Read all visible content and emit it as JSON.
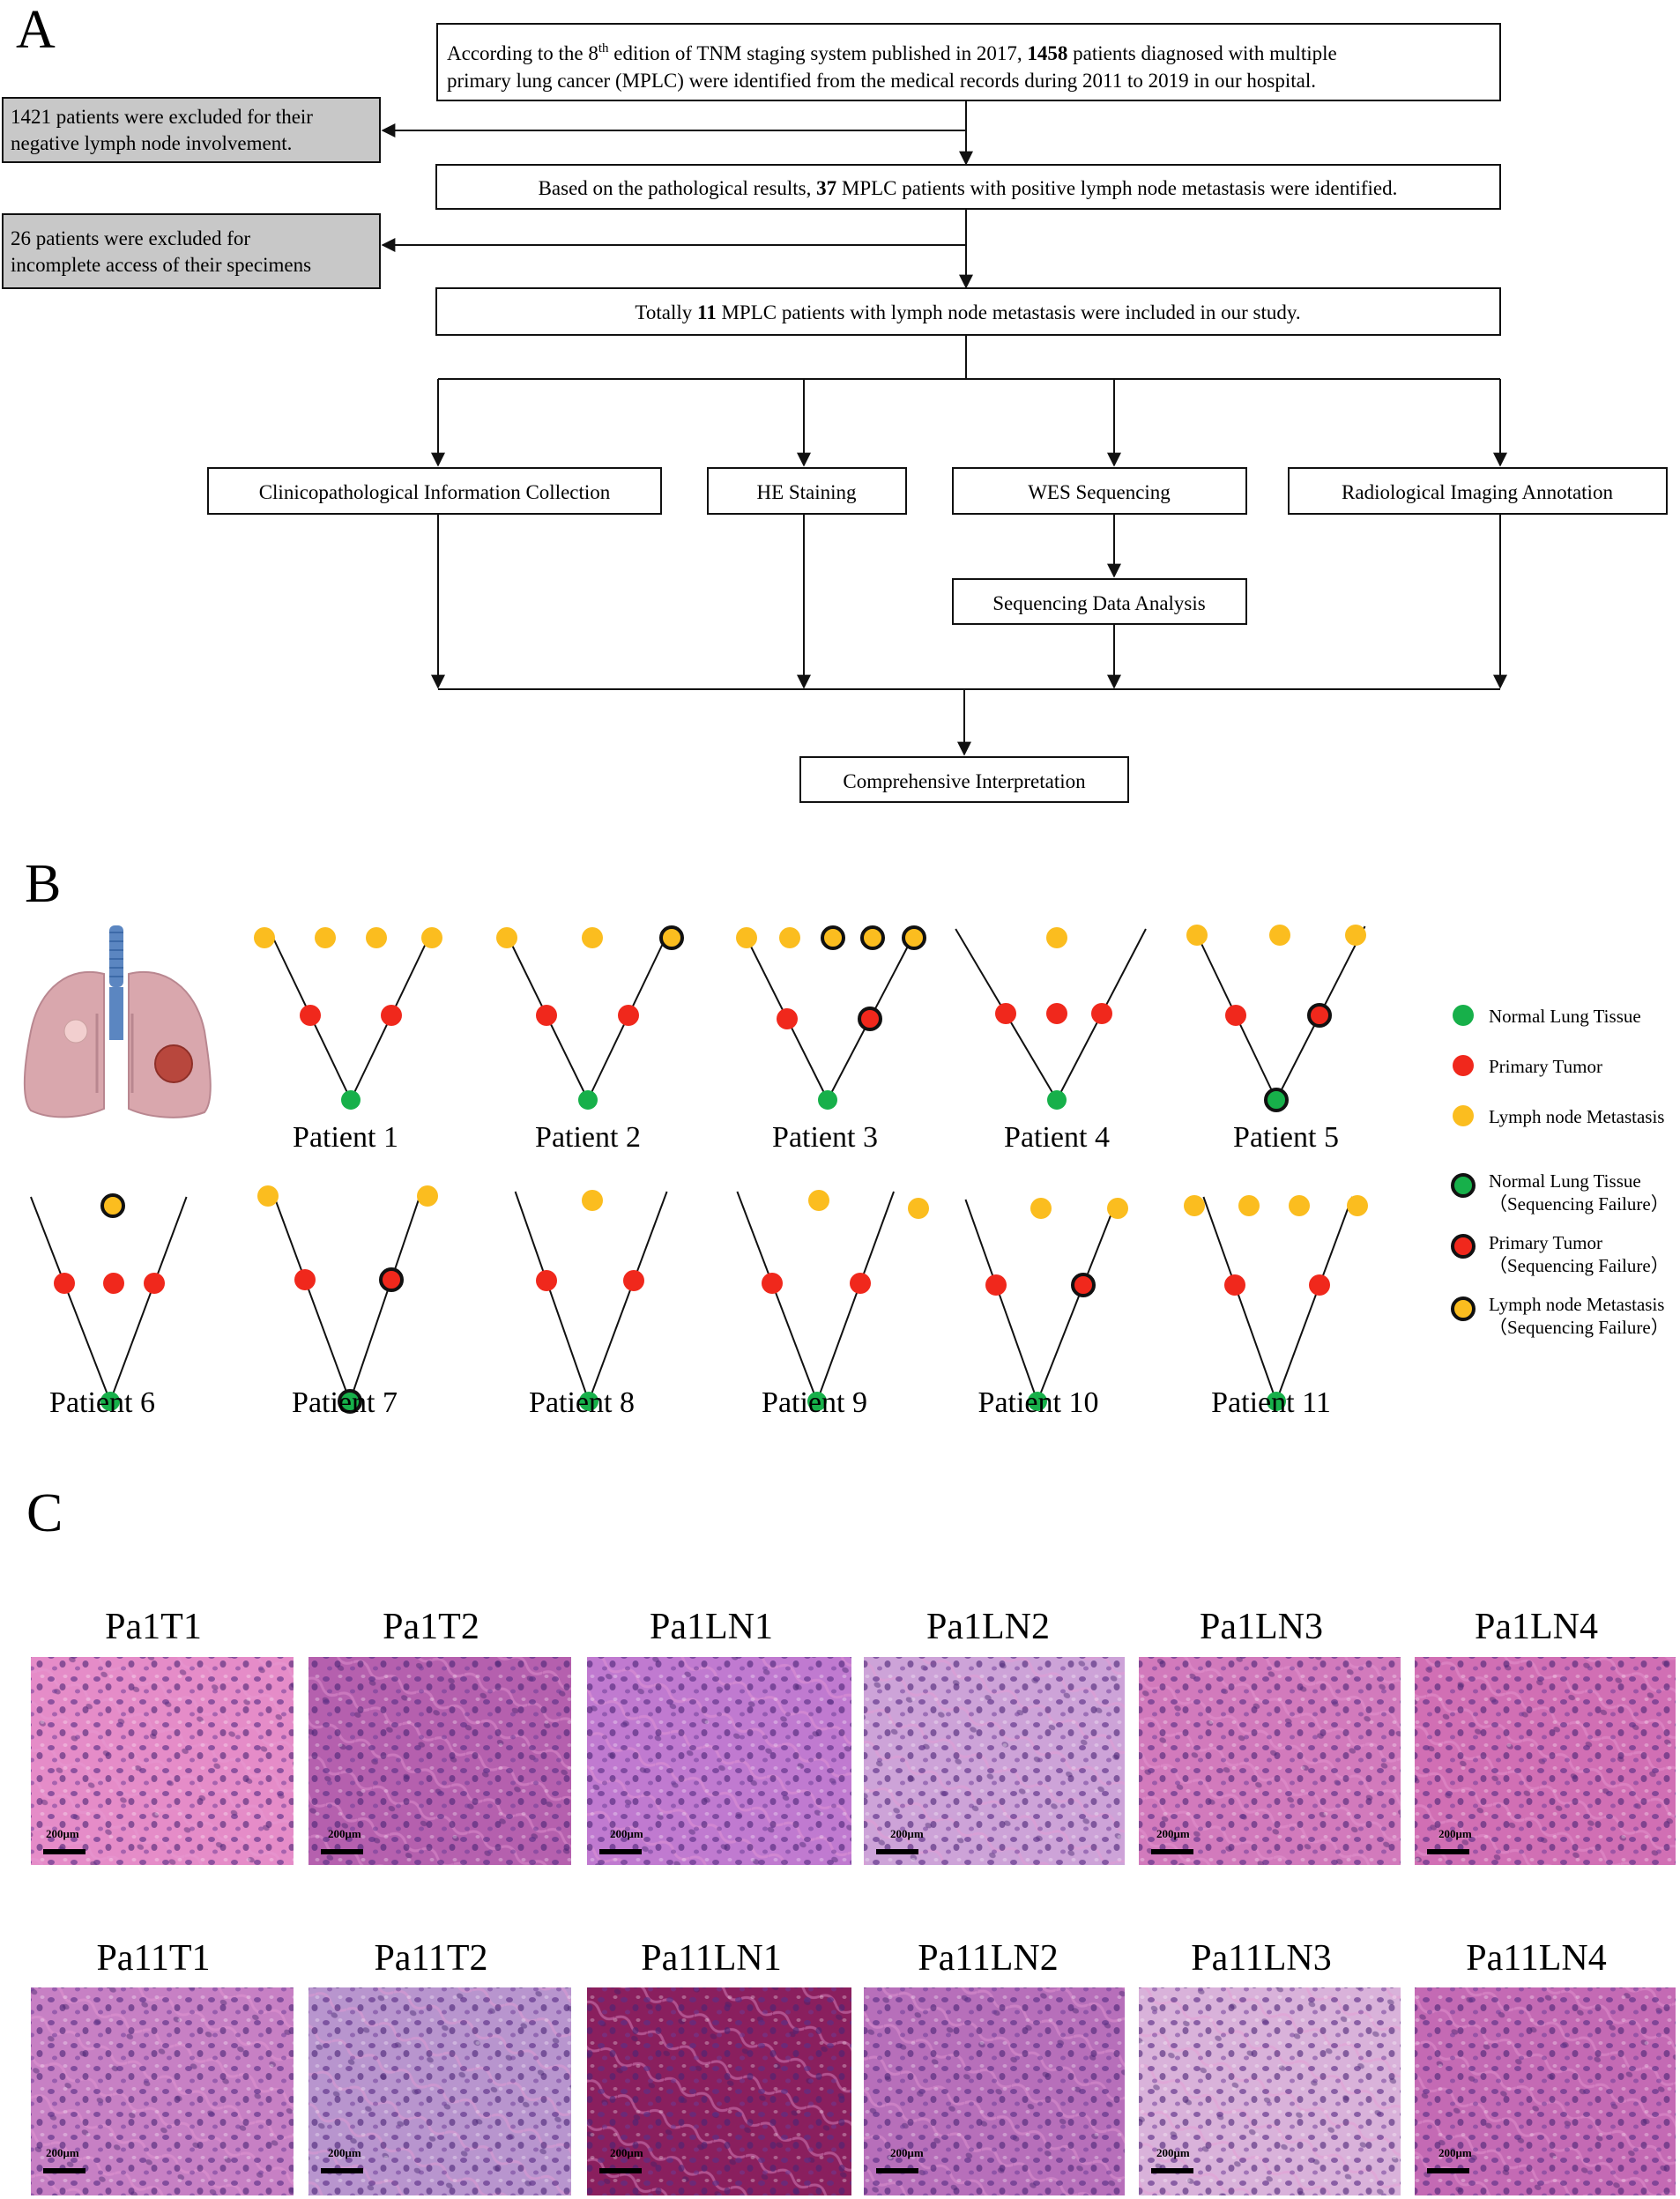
{
  "panels": {
    "a": "A",
    "b": "B",
    "c": "C"
  },
  "flow": {
    "box1": {
      "pre": "According to the 8",
      "sup": "th",
      "mid": " edition of TNM staging system published in 2017, ",
      "num": "1458",
      "post": " patients diagnosed with multiple",
      "line2": "primary lung cancer (MPLC) were identified from the medical records during 2011 to 2019 in our hospital."
    },
    "excl1": {
      "line1": "1421 patients were excluded for their",
      "line2": "negative lymph node involvement."
    },
    "box2": {
      "pre": "Based on the pathological results, ",
      "num": "37",
      "post": " MPLC patients with positive lymph node metastasis were identified."
    },
    "excl2": {
      "line1": "26 patients were excluded for",
      "line2": "incomplete access of their specimens"
    },
    "box3": {
      "pre": "Totally ",
      "num": "11",
      "post": " MPLC patients with lymph node metastasis were included in our study."
    },
    "branch1": "Clinicopathological  Information Collection",
    "branch2": "HE Staining",
    "branch3": "WES Sequencing",
    "branch4": "Radiological Imaging Annotation",
    "analysis": "Sequencing Data Analysis",
    "final": "Comprehensive Interpretation"
  },
  "colors": {
    "normal": "#17b04a",
    "primary": "#f0281c",
    "lymph": "#fbbd1f",
    "gray_box": "#c8c8c8",
    "tissue_base": "#c470b4"
  },
  "patients": [
    {
      "label": "Patient 1",
      "normal_fail": false,
      "primaries": [
        false,
        false
      ],
      "ln": [
        false,
        false,
        false,
        false
      ]
    },
    {
      "label": "Patient 2",
      "normal_fail": false,
      "primaries": [
        false,
        false
      ],
      "ln": [
        false,
        false,
        true
      ]
    },
    {
      "label": "Patient 3",
      "normal_fail": false,
      "primaries": [
        false,
        true
      ],
      "ln": [
        false,
        false,
        true,
        true,
        true
      ]
    },
    {
      "label": "Patient 4",
      "normal_fail": false,
      "primaries": [
        false,
        false,
        false
      ],
      "ln": [
        false
      ]
    },
    {
      "label": "Patient 5",
      "normal_fail": true,
      "primaries": [
        false,
        true
      ],
      "ln": [
        false,
        false,
        false
      ]
    },
    {
      "label": "Patient 6",
      "normal_fail": false,
      "primaries": [
        false,
        false,
        false
      ],
      "ln": [
        true
      ]
    },
    {
      "label": "Patient 7",
      "normal_fail": true,
      "primaries": [
        false,
        true
      ],
      "ln": [
        false,
        false
      ]
    },
    {
      "label": "Patient 8",
      "normal_fail": false,
      "primaries": [
        false,
        false
      ],
      "ln": [
        false
      ]
    },
    {
      "label": "Patient 9",
      "normal_fail": false,
      "primaries": [
        false,
        false
      ],
      "ln": [
        false
      ]
    },
    {
      "label": "Patient 10",
      "normal_fail": false,
      "primaries": [
        false,
        true
      ],
      "ln": [
        false,
        false,
        false
      ]
    },
    {
      "label": "Patient 11",
      "normal_fail": false,
      "primaries": [
        false,
        false
      ],
      "ln": [
        false,
        false,
        false,
        false
      ]
    }
  ],
  "legend": {
    "normal": "Normal Lung Tissue",
    "primary": "Primary Tumor",
    "lymph": "Lymph node Metastasis",
    "normal_fail": "Normal Lung Tissue",
    "primary_fail": "Primary Tumor",
    "lymph_fail": "Lymph node Metastasis",
    "fail_note": "（Sequencing Failure）"
  },
  "histology": {
    "scale_label": "200μm",
    "row1": [
      "Pa1T1",
      "Pa1T2",
      "Pa1LN1",
      "Pa1LN2",
      "Pa1LN3",
      "Pa1LN4"
    ],
    "row2": [
      "Pa11T1",
      "Pa11T2",
      "Pa11LN1",
      "Pa11LN2",
      "Pa11LN3",
      "Pa11LN4"
    ]
  }
}
